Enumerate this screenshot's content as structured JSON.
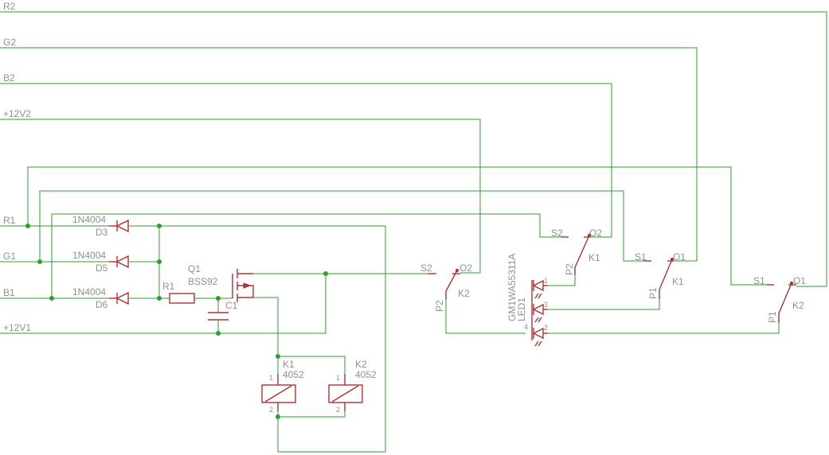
{
  "nets": {
    "r2": "R2",
    "g2": "G2",
    "b2": "B2",
    "v12_2": "+12V2",
    "r1": "R1",
    "g1": "G1",
    "b1": "B1",
    "v12_1": "+12V1"
  },
  "diodes": [
    {
      "name": "D3",
      "value": "1N4004"
    },
    {
      "name": "D5",
      "value": "1N4004"
    },
    {
      "name": "D6",
      "value": "1N4004"
    }
  ],
  "resistor": {
    "name": "R1"
  },
  "transistor": {
    "name": "Q1",
    "value": "BSS92"
  },
  "capacitor": {
    "name": "C1"
  },
  "relay_coils": [
    {
      "name": "K1",
      "value": "4052",
      "pin1": "1",
      "pin2": "2"
    },
    {
      "name": "K2",
      "value": "4052",
      "pin1": "1",
      "pin2": "2"
    }
  ],
  "switches": [
    {
      "name": "K2",
      "s": "S2",
      "o": "O2",
      "p": "P2"
    },
    {
      "name": "K1",
      "s": "S2",
      "o": "O2",
      "p": "P2"
    },
    {
      "name": "K1",
      "s": "S1",
      "o": "O1",
      "p": "P1"
    },
    {
      "name": "K2",
      "s": "S1",
      "o": "O1",
      "p": "P1"
    }
  ],
  "led": {
    "name": "LED1",
    "value": "GM1WA55311A",
    "pins": [
      "1",
      "2",
      "3",
      "4"
    ]
  }
}
